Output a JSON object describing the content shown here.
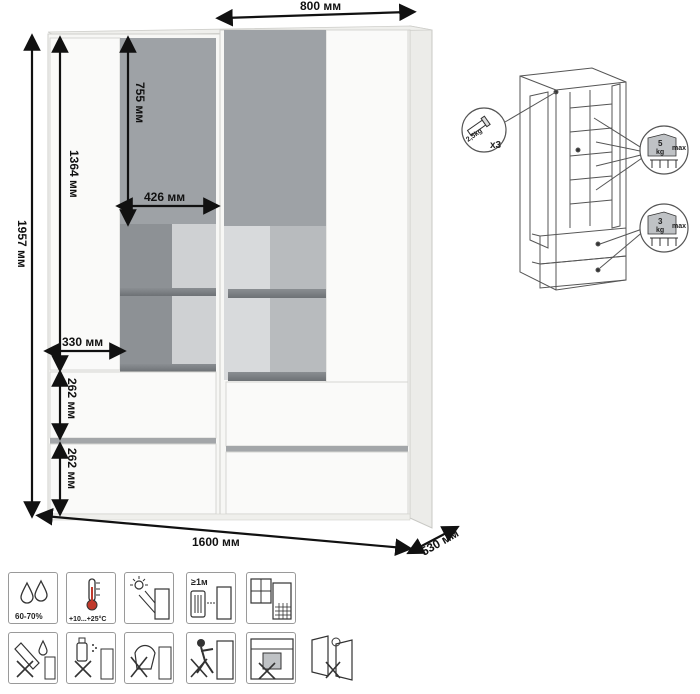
{
  "dimensions": {
    "width_top": "800 мм",
    "height_total": "1957 мм",
    "height_door": "1364 мм",
    "glass_height": "755 мм",
    "glass_width": "426 мм",
    "door_width": "330 мм",
    "drawer_upper": "262 мм",
    "drawer_lower": "262 мм",
    "width_total": "1600 мм",
    "depth": "530 мм"
  },
  "inset": {
    "hardware_count": "x3",
    "hardware_label": "2,5kg",
    "shelf_load": {
      "value": "5",
      "unit": "kg",
      "label": "max"
    },
    "drawer_load": {
      "value": "3",
      "unit": "kg",
      "label": "max"
    }
  },
  "care_icons": {
    "humidity": "60-70%",
    "temperature": "+10...+25°C",
    "distance": "≥1м"
  },
  "colors": {
    "white_panel": "#f6f6f4",
    "gray_glass": "#9ea2a6",
    "dark_shelf": "#7c8085",
    "stripe": "#a3a6a9",
    "outline": "#9a9a9a"
  }
}
